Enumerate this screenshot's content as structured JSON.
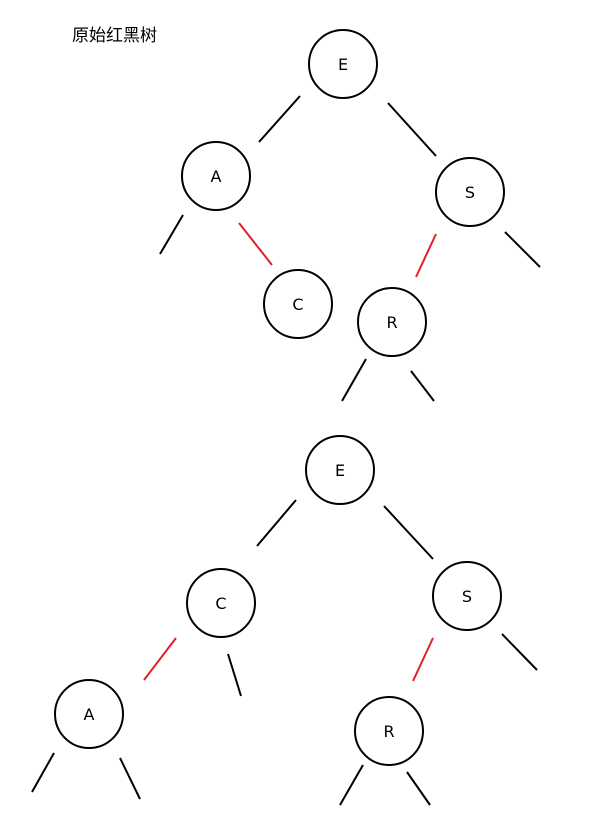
{
  "title": "原始红黑树",
  "colors": {
    "black_link": "#000000",
    "red_link": "#e0202a",
    "node_fill": "#ffffff",
    "node_stroke": "#000000"
  },
  "trees": [
    {
      "name": "original",
      "nodes": [
        {
          "id": "t1-E",
          "label": "E"
        },
        {
          "id": "t1-A",
          "label": "A"
        },
        {
          "id": "t1-S",
          "label": "S"
        },
        {
          "id": "t1-C",
          "label": "C"
        },
        {
          "id": "t1-R",
          "label": "R"
        }
      ],
      "links": [
        {
          "id": "t1-E-A",
          "from": "E",
          "to": "A",
          "color": "black"
        },
        {
          "id": "t1-E-S",
          "from": "E",
          "to": "S",
          "color": "black"
        },
        {
          "id": "t1-A-null-left",
          "from": "A",
          "to": "null",
          "color": "black"
        },
        {
          "id": "t1-A-C",
          "from": "A",
          "to": "C",
          "color": "red"
        },
        {
          "id": "t1-S-R",
          "from": "S",
          "to": "R",
          "color": "red"
        },
        {
          "id": "t1-S-null-right",
          "from": "S",
          "to": "null",
          "color": "black"
        },
        {
          "id": "t1-R-null-left",
          "from": "R",
          "to": "null",
          "color": "black"
        },
        {
          "id": "t1-R-null-right",
          "from": "R",
          "to": "null",
          "color": "black"
        }
      ]
    },
    {
      "name": "rotated",
      "nodes": [
        {
          "id": "t2-E",
          "label": "E"
        },
        {
          "id": "t2-C",
          "label": "C"
        },
        {
          "id": "t2-S",
          "label": "S"
        },
        {
          "id": "t2-A",
          "label": "A"
        },
        {
          "id": "t2-R",
          "label": "R"
        }
      ],
      "links": [
        {
          "id": "t2-E-C",
          "from": "E",
          "to": "C",
          "color": "black"
        },
        {
          "id": "t2-E-S",
          "from": "E",
          "to": "S",
          "color": "black"
        },
        {
          "id": "t2-C-A",
          "from": "C",
          "to": "A",
          "color": "red"
        },
        {
          "id": "t2-C-null-right",
          "from": "C",
          "to": "null",
          "color": "black"
        },
        {
          "id": "t2-S-R",
          "from": "S",
          "to": "R",
          "color": "red"
        },
        {
          "id": "t2-S-null-right",
          "from": "S",
          "to": "null",
          "color": "black"
        },
        {
          "id": "t2-A-null-left",
          "from": "A",
          "to": "null",
          "color": "black"
        },
        {
          "id": "t2-A-null-right",
          "from": "A",
          "to": "null",
          "color": "black"
        },
        {
          "id": "t2-R-null-left",
          "from": "R",
          "to": "null",
          "color": "black"
        },
        {
          "id": "t2-R-null-right",
          "from": "R",
          "to": "null",
          "color": "black"
        }
      ]
    }
  ]
}
